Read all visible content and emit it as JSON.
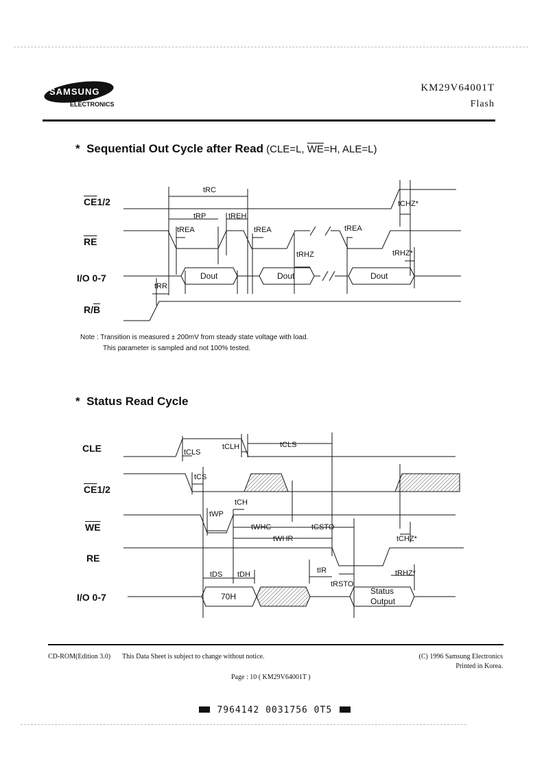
{
  "header": {
    "logo_text": "SAMSUNG",
    "logo_sub": "ELECTRONICS",
    "part_number": "KM29V64001T",
    "product": "Flash"
  },
  "section1": {
    "title_bold": "Sequential Out Cycle after Read",
    "title_params_pre": " (CLE=L, ",
    "title_params_we": "WE",
    "title_params_post": "=H, ALE=L)",
    "signals": {
      "ce_bar": "CE",
      "ce_suffix": "1/2",
      "re": "RE",
      "io": "I/O 0-7",
      "rb_r": "R/",
      "rb_b": "B"
    },
    "params": [
      "tRC",
      "tRP",
      "tREH",
      "tREA",
      "tREA",
      "tREA",
      "tRHZ",
      "tRR",
      "tCHZ*",
      "tRHZ*"
    ],
    "dout": [
      "Dout",
      "Dout",
      "Dout"
    ],
    "note_line1": "Note : Transition is measured  ± 200mV from steady state voltage with load.",
    "note_line2": "This parameter is sampled and not 100% tested."
  },
  "section2": {
    "title": "Status Read Cycle",
    "signals": {
      "cle": "CLE",
      "ce_bar": "CE",
      "ce_suffix": "1/2",
      "we": "WE",
      "re": "RE",
      "io": "I/O 0-7"
    },
    "params": [
      "tCLS",
      "tCLH",
      "tCLS",
      "tCS",
      "tCH",
      "tWP",
      "tWHC",
      "tCSTO",
      "tWHR",
      "tCHZ*",
      "tDS",
      "tDH",
      "tIR",
      "tRSTO",
      "tRHZ*"
    ],
    "data_70h": "70H",
    "status_l1": "Status",
    "status_l2": "Output"
  },
  "footer": {
    "left": "CD-ROM(Edition 3.0)",
    "mid": "This Data Sheet is subject to change without notice.",
    "right1": "(C) 1996 Samsung Electronics",
    "right2": "Printed in Korea.",
    "page": "Page : 10  ( KM29V64001T )",
    "barcode": "7964142 0031756 0T5"
  }
}
